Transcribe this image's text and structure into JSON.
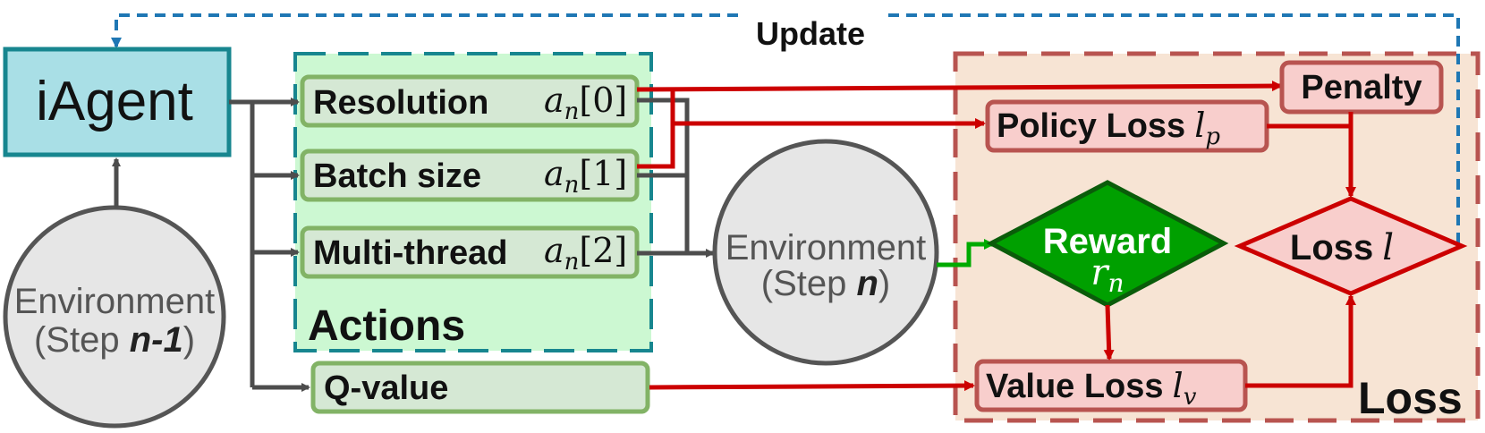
{
  "diagram": {
    "update_label": "Update",
    "agent_label": "iAgent",
    "env_prev": {
      "line1": "Environment",
      "step_prefix": "(Step ",
      "step_var": "n-1",
      "step_suffix": ")"
    },
    "env_curr": {
      "line1": "Environment",
      "step_prefix": "(Step ",
      "step_var": "n",
      "step_suffix": ")"
    },
    "actions_title": "Actions",
    "actions": [
      {
        "label": "Resolution",
        "var": "a",
        "sub": "n",
        "index": "[0]"
      },
      {
        "label": "Batch size",
        "var": "a",
        "sub": "n",
        "index": "[1]"
      },
      {
        "label": "Multi-thread",
        "var": "a",
        "sub": "n",
        "index": "[2]"
      }
    ],
    "qvalue_label": "Q-value",
    "loss_title": "Loss",
    "penalty_label": "Penalty",
    "policy_loss": {
      "label": "Policy Loss",
      "var": "l",
      "sub": "p"
    },
    "value_loss": {
      "label": "Value Loss",
      "var": "l",
      "sub": "v"
    },
    "reward": {
      "label": "Reward",
      "var": "r",
      "sub": "n"
    },
    "loss_node": {
      "label": "Loss",
      "var": "l"
    }
  },
  "colors": {
    "agent_fill": "#a9dfe6",
    "agent_stroke": "#17868f",
    "actions_fill": "#ccf8d2",
    "action_box_fill": "#d5e8d4",
    "action_box_stroke": "#82b366",
    "loss_fill": "#f7e4d4",
    "loss_stroke": "#b85450",
    "pink_fill": "#f8cecc",
    "reward_fill": "#00a000",
    "env_fill": "#e6e6e6",
    "arrow_dark": "#4d4d4d",
    "arrow_red": "#cc0000",
    "arrow_blue": "#1f77b4",
    "arrow_green": "#00aa00"
  }
}
